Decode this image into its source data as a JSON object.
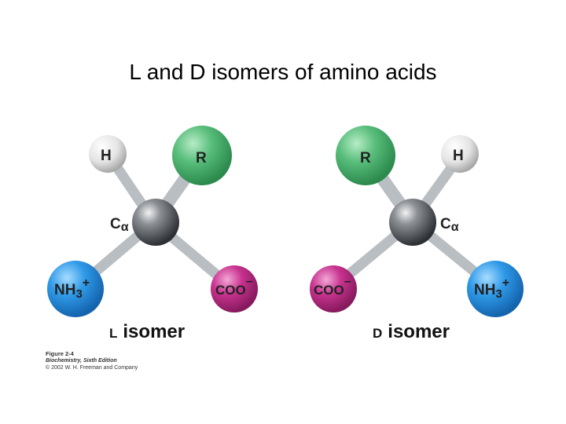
{
  "title": "L and D isomers of amino acids",
  "molecules": {
    "l": {
      "name_letter": "L",
      "name_word": "isomer",
      "h_label": "H",
      "r_label": "R",
      "c_label": "C",
      "c_sub": "α",
      "nh3_label": "NH",
      "nh3_sub": "3",
      "nh3_charge": "+",
      "coo_label": "COO",
      "coo_charge": "–"
    },
    "d": {
      "name_letter": "D",
      "name_word": "isomer",
      "h_label": "H",
      "r_label": "R",
      "c_label": "C",
      "c_sub": "α",
      "nh3_label": "NH",
      "nh3_sub": "3",
      "nh3_charge": "+",
      "coo_label": "COO",
      "coo_charge": "–"
    }
  },
  "colors": {
    "r_group": "#4caf6e",
    "amino": "#2e8fd8",
    "carboxyl": "#c02a86",
    "hydrogen": "#e2e2e2",
    "carbon": "#555a60",
    "bond": "#c8ccd0"
  },
  "caption": {
    "figure": "Figure 2-4",
    "book": "Biochemistry, Sixth Edition",
    "copyright": "© 2002 W. H. Freeman and Company"
  }
}
